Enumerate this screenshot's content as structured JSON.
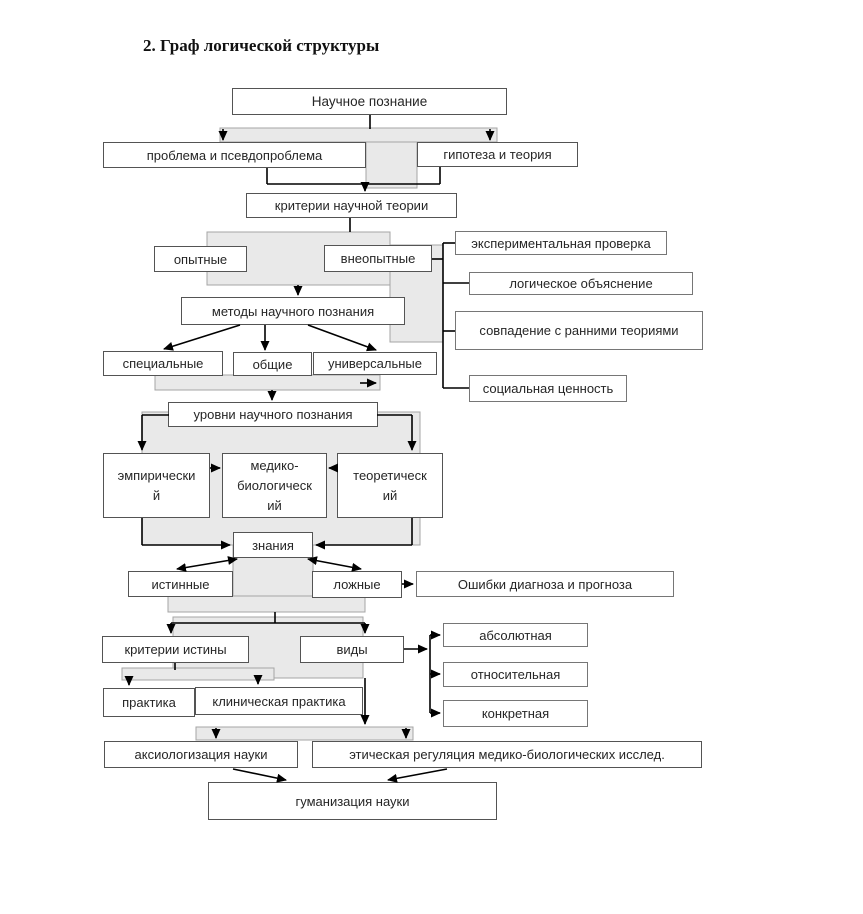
{
  "title": "2. Граф логической структуры",
  "colors": {
    "box_fill": "#ffffff",
    "box_border": "#545454",
    "band_fill": "#e9e9e9",
    "band_border": "#a5a5a5",
    "arrow": "#000000"
  },
  "diagram": {
    "type": "flowchart",
    "nodes": [
      {
        "id": "nauchnoe",
        "label": "Научное познание"
      },
      {
        "id": "problema",
        "label": "проблема и псевдопроблема"
      },
      {
        "id": "gipoteza",
        "label": "гипотеза и теория"
      },
      {
        "id": "kriterii-teorii",
        "label": "критерии научной теории"
      },
      {
        "id": "opytnye",
        "label": "опытные"
      },
      {
        "id": "vneopytnye",
        "label": "внеопытные"
      },
      {
        "id": "eksperiment",
        "label": "экспериментальная проверка"
      },
      {
        "id": "logicheskoe",
        "label": "логическое объяснение"
      },
      {
        "id": "sovpadenie",
        "label": "совпадение с ранними теориями"
      },
      {
        "id": "sotsialnaya",
        "label": "социальная ценность"
      },
      {
        "id": "metody",
        "label": "методы научного познания"
      },
      {
        "id": "spetsialnye",
        "label": "специальные"
      },
      {
        "id": "obshchie",
        "label": "общие"
      },
      {
        "id": "universalnye",
        "label": "универсальные"
      },
      {
        "id": "urovni",
        "label": "уровни научного познания"
      },
      {
        "id": "empiricheskiy",
        "label": "эмпирический"
      },
      {
        "id": "mediko",
        "label": "медико-биологический"
      },
      {
        "id": "teoreticheskiy",
        "label": "теоретический"
      },
      {
        "id": "znaniya",
        "label": "знания"
      },
      {
        "id": "istinnye",
        "label": "истинные"
      },
      {
        "id": "lozhnye",
        "label": "ложные"
      },
      {
        "id": "oshibki",
        "label": "Ошибки диагноза и прогноза"
      },
      {
        "id": "kriterii-istiny",
        "label": "критерии истины"
      },
      {
        "id": "vidy",
        "label": "виды"
      },
      {
        "id": "absolyutnaya",
        "label": "абсолютная"
      },
      {
        "id": "otnositelnaya",
        "label": "относительная"
      },
      {
        "id": "konkretnaya",
        "label": "конкретная"
      },
      {
        "id": "praktika",
        "label": "практика"
      },
      {
        "id": "klinicheskaya",
        "label": "клиническая практика"
      },
      {
        "id": "aksiologizatsiya",
        "label": "аксиологизация науки"
      },
      {
        "id": "eticheskaya",
        "label": "этическая регуляция медико-биологических  исслед."
      },
      {
        "id": "gumanizatsiya",
        "label": "гуманизация науки"
      }
    ],
    "edges": [
      {
        "from": "nauchnoe",
        "to": "problema"
      },
      {
        "from": "nauchnoe",
        "to": "gipoteza"
      },
      {
        "from": "problema",
        "to": "kriterii-teorii"
      },
      {
        "from": "gipoteza",
        "to": "kriterii-teorii"
      },
      {
        "from": "kriterii-teorii",
        "to": "opytnye"
      },
      {
        "from": "kriterii-teorii",
        "to": "vneopytnye"
      },
      {
        "from": "vneopytnye",
        "to": "eksperiment"
      },
      {
        "from": "vneopytnye",
        "to": "logicheskoe"
      },
      {
        "from": "vneopytnye",
        "to": "sovpadenie"
      },
      {
        "from": "vneopytnye",
        "to": "sotsialnaya"
      },
      {
        "from": "opytnye",
        "to": "metody"
      },
      {
        "from": "vneopytnye",
        "to": "metody"
      },
      {
        "from": "metody",
        "to": "spetsialnye"
      },
      {
        "from": "metody",
        "to": "obshchie"
      },
      {
        "from": "metody",
        "to": "universalnye"
      },
      {
        "from": "spetsialnye",
        "to": "urovni"
      },
      {
        "from": "obshchie",
        "to": "urovni"
      },
      {
        "from": "universalnye",
        "to": "urovni"
      },
      {
        "from": "urovni",
        "to": "empiricheskiy"
      },
      {
        "from": "urovni",
        "to": "teoreticheskiy"
      },
      {
        "from": "empiricheskiy",
        "to": "mediko"
      },
      {
        "from": "teoreticheskiy",
        "to": "mediko"
      },
      {
        "from": "empiricheskiy",
        "to": "znaniya"
      },
      {
        "from": "teoreticheskiy",
        "to": "znaniya"
      },
      {
        "from": "znaniya",
        "to": "istinnye",
        "style": "double"
      },
      {
        "from": "znaniya",
        "to": "lozhnye",
        "style": "double"
      },
      {
        "from": "lozhnye",
        "to": "oshibki"
      },
      {
        "from": "istinnye",
        "to": "kriterii-istiny"
      },
      {
        "from": "lozhnye",
        "to": "vidy"
      },
      {
        "from": "vidy",
        "to": "absolyutnaya"
      },
      {
        "from": "vidy",
        "to": "otnositelnaya"
      },
      {
        "from": "vidy",
        "to": "konkretnaya"
      },
      {
        "from": "kriterii-istiny",
        "to": "praktika"
      },
      {
        "from": "kriterii-istiny",
        "to": "klinicheskaya"
      },
      {
        "from": "praktika",
        "to": "aksiologizatsiya"
      },
      {
        "from": "klinicheskaya",
        "to": "eticheskaya"
      },
      {
        "from": "aksiologizatsiya",
        "to": "gumanizatsiya"
      },
      {
        "from": "eticheskaya",
        "to": "gumanizatsiya"
      }
    ]
  }
}
